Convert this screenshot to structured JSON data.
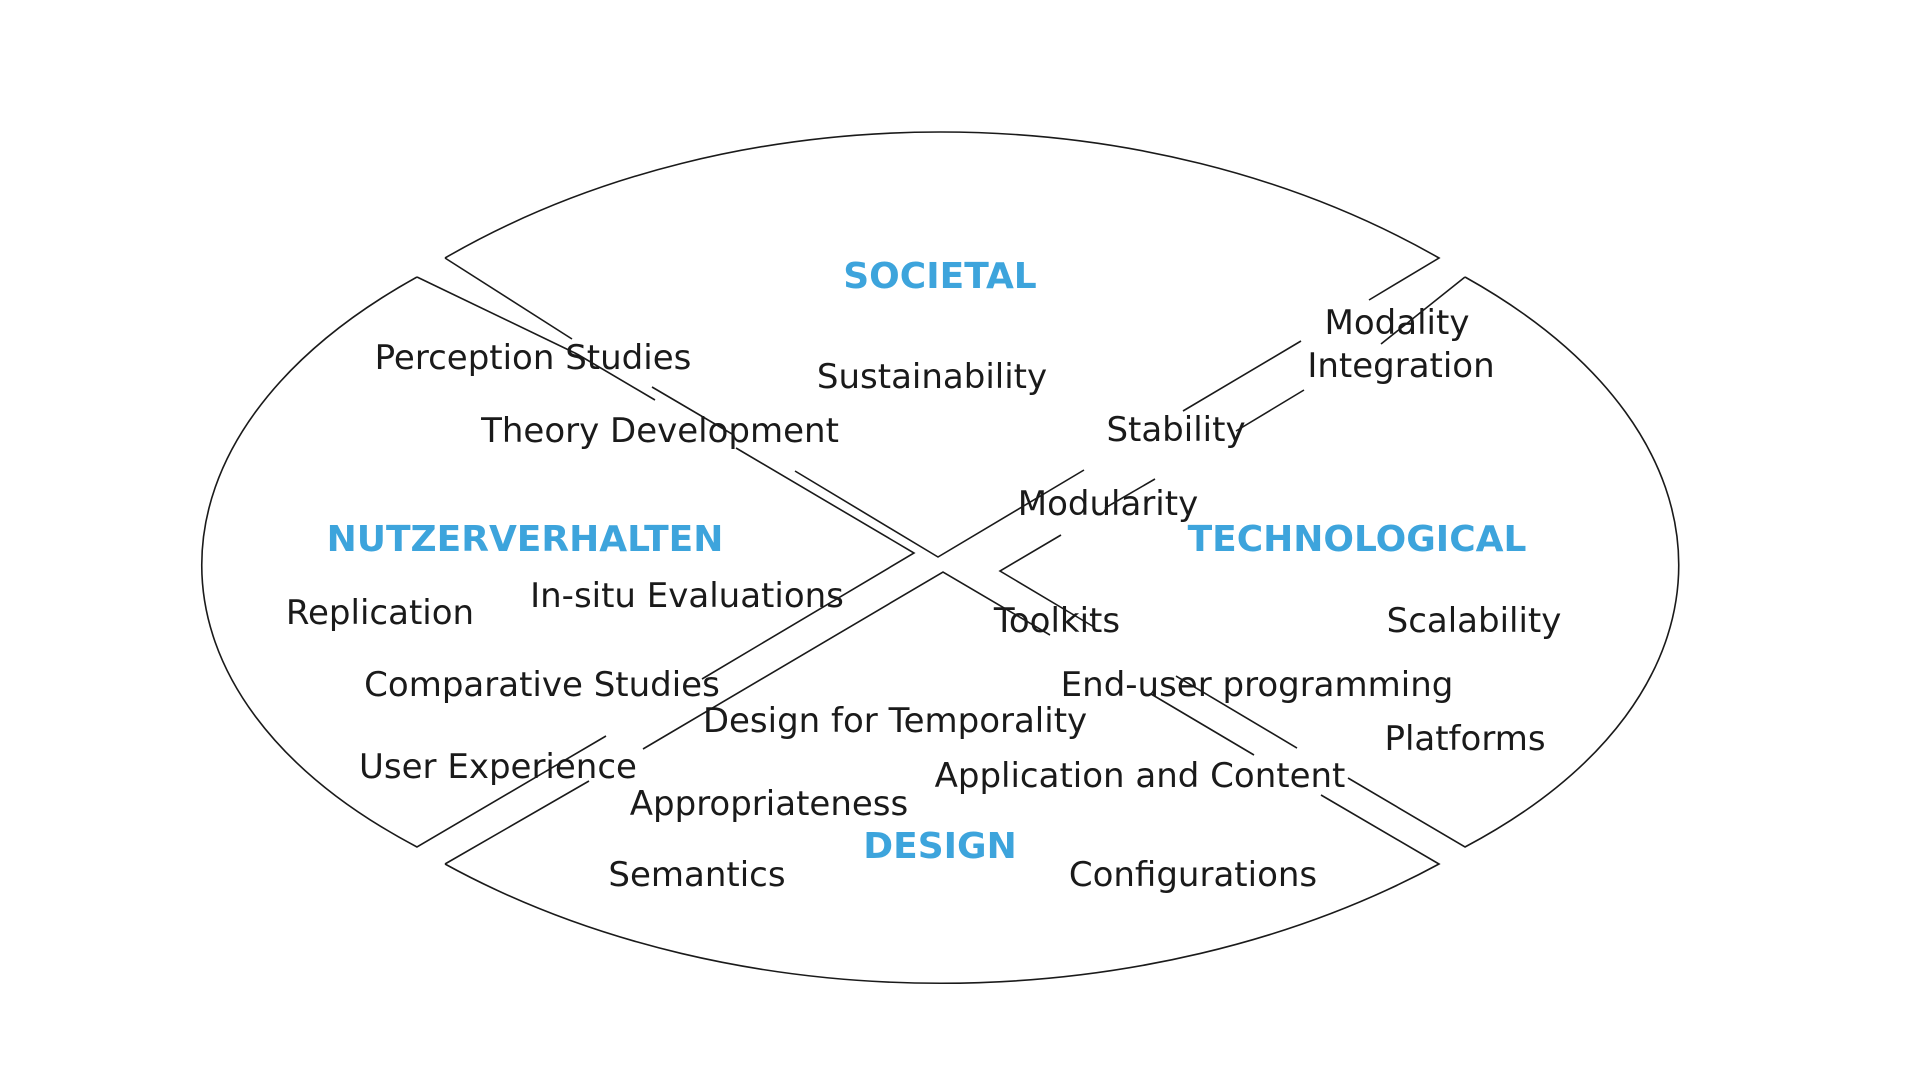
{
  "colors": {
    "category": "#3da4dc",
    "text": "#1a1a1a",
    "line": "#1a1a1a",
    "background": "#ffffff"
  },
  "categories": {
    "top": "SOCIETAL",
    "left": "NUTZERVERHALTEN",
    "right": "TECHNOLOGICAL",
    "bottom": "DESIGN"
  },
  "topics": {
    "perception_studies": "Perception Studies",
    "theory_development": "Theory Development",
    "sustainability": "Sustainability",
    "modality": "Modality",
    "integration": "Integration",
    "stability": "Stability",
    "modularity": "Modularity",
    "replication": "Replication",
    "in_situ_evaluations": "In-situ Evaluations",
    "comparative_studies": "Comparative Studies",
    "user_experience": "User Experience",
    "toolkits": "Toolkits",
    "scalability": "Scalability",
    "end_user_programming": "End-user programming",
    "design_for_temporality": "Design for Temporality",
    "platforms": "Platforms",
    "application_and_content": "Application and Content",
    "appropriateness": "Appropriateness",
    "semantics": "Semantics",
    "configurations": "Configurations"
  }
}
